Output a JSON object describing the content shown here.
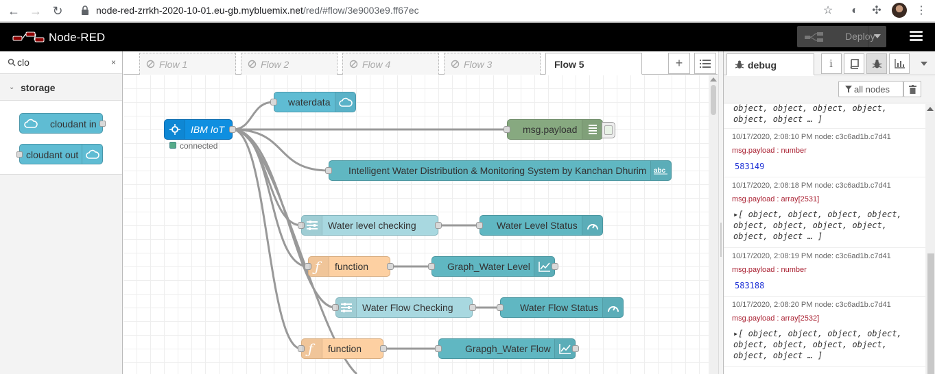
{
  "browser": {
    "url_main": "node-red-zrrkh-2020-10-01.eu-gb.mybluemix.net",
    "url_path": "/red/#flow/3e9003e9.ff67ec"
  },
  "header": {
    "title": "Node-RED",
    "deploy_label": "Deploy"
  },
  "palette": {
    "search_value": "clo",
    "clear_glyph": "×",
    "category": "storage",
    "nodes": [
      "cloudant in",
      "cloudant out"
    ]
  },
  "tabs": {
    "items": [
      "Flow 1",
      "Flow 2",
      "Flow 4",
      "Flow 3",
      "Flow 5"
    ],
    "active": "Flow 5",
    "add_glyph": "+"
  },
  "flow": {
    "nodes": {
      "ibm_iot": "IBM IoT",
      "ibm_status": "connected",
      "waterdata": "waterdata",
      "msg_payload": "msg.payload",
      "title_text": "Intelligent Water Distribution & Monitoring System by Kanchan Dhurim",
      "water_level_checking": "Water level checking",
      "water_level_status": "Water Level Status",
      "function1": "function",
      "graph_water_level": "Graph_Water Level",
      "water_flow_checking": "Water Flow Checking",
      "water_flow_status": "Water Flow Status",
      "function2": "function",
      "graph_water_flow": "Grapgh_Water Flow"
    }
  },
  "sidebar": {
    "tab_label": "debug",
    "filter_label": "all nodes",
    "messages": [
      {
        "body": "object, object, object, object,\nobject, object … ]"
      },
      {
        "meta": "10/17/2020, 2:08:10 PM    node: c3c6ad1b.c7d41",
        "topic": "msg.payload : number",
        "value": "583149"
      },
      {
        "meta": "10/17/2020, 2:08:18 PM    node: c3c6ad1b.c7d41",
        "topic": "msg.payload : array[2531]",
        "body": "▸[ object, object, object, object,\nobject, object, object, object,\nobject, object … ]"
      },
      {
        "meta": "10/17/2020, 2:08:19 PM    node: c3c6ad1b.c7d41",
        "topic": "msg.payload : number",
        "value": "583188"
      },
      {
        "meta": "10/17/2020, 2:08:20 PM    node: c3c6ad1b.c7d41",
        "topic": "msg.payload : array[2532]",
        "body": "▸[ object, object, object, object,\nobject, object, object, object,\nobject, object … ]"
      }
    ]
  },
  "colors": {
    "iot_blue": "#0f8fe0",
    "storage_node": "#5fbcd3",
    "dashboard_node": "#60b7c2",
    "function_node": "#fdd0a2",
    "switch_node": "#a8d8e0",
    "debug_node": "#87a980"
  }
}
